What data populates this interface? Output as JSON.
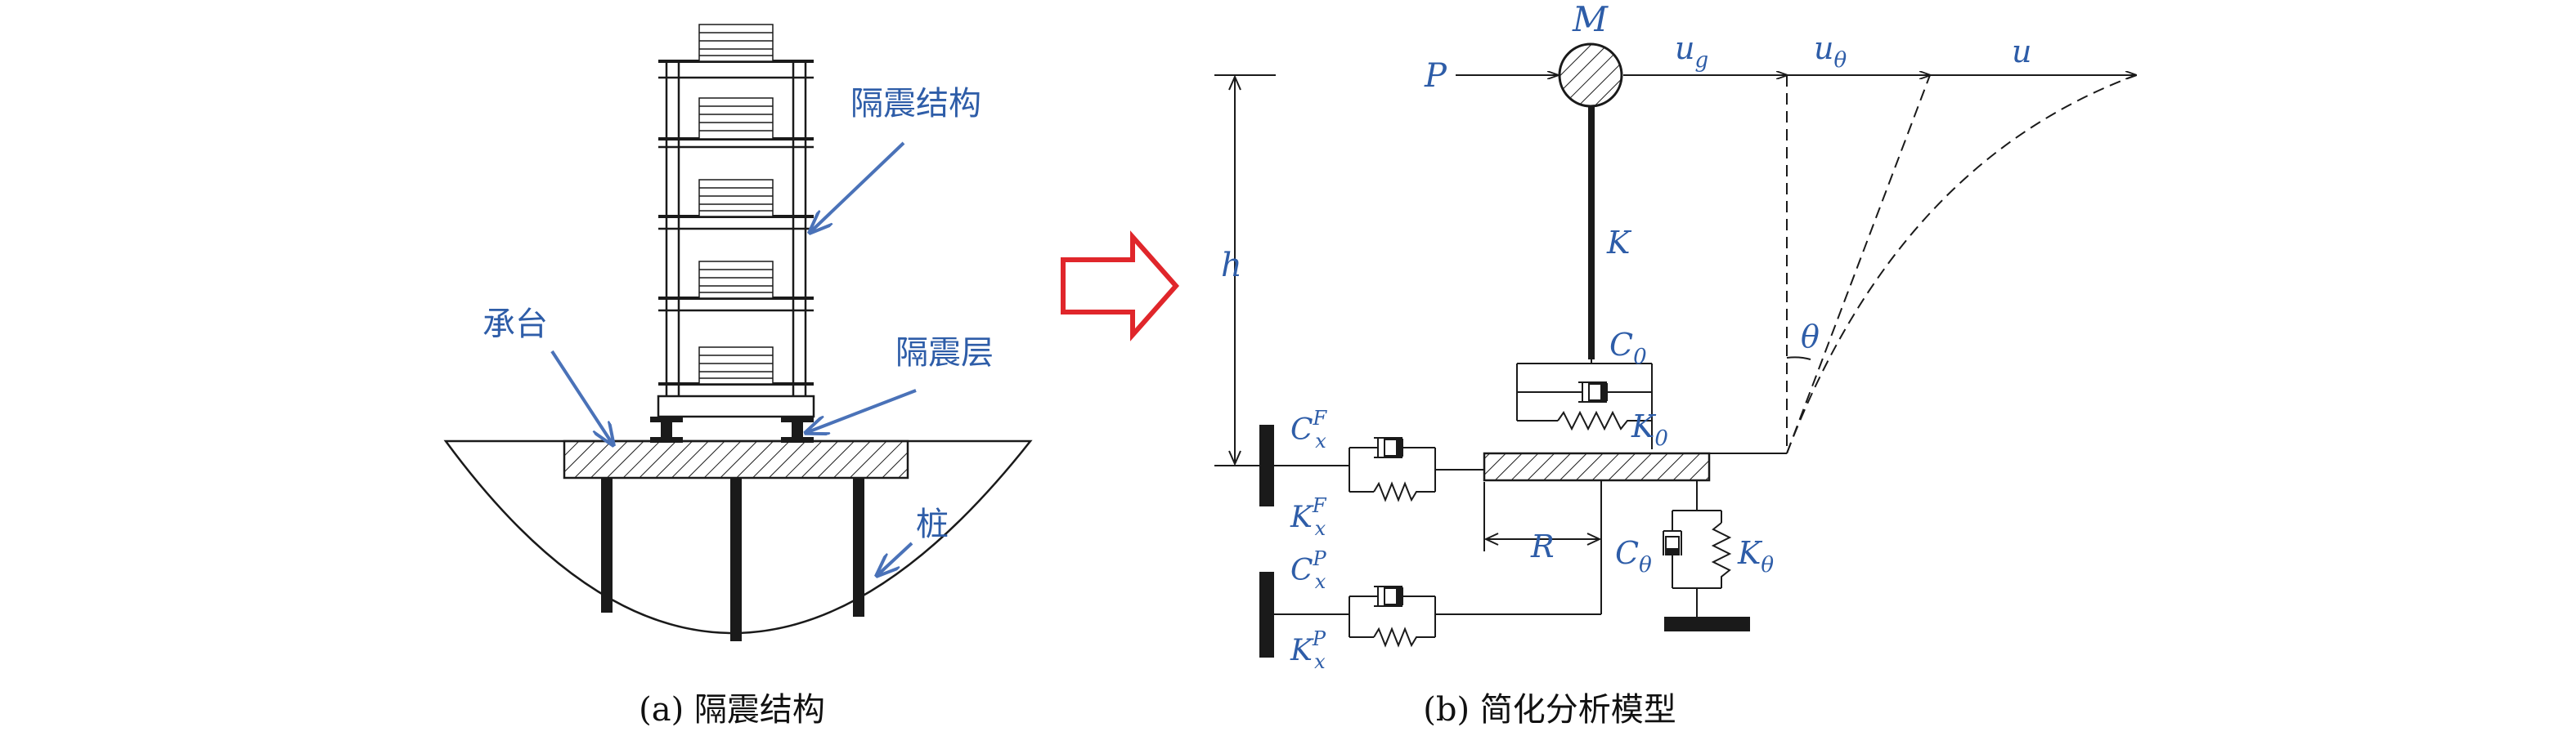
{
  "colors": {
    "label_blue": "#2e5da8",
    "arrow_blue": "#4a72b8",
    "arrow_red": "#e0262b",
    "line": "#1a1a1a"
  },
  "panel_a": {
    "caption": "(a) 隔震结构",
    "labels": {
      "superstructure": "隔震结构",
      "pile_cap": "承台",
      "isolation_layer": "隔震层",
      "pile": "桩"
    }
  },
  "panel_b": {
    "caption": "(b) 简化分析模型",
    "symbols": {
      "P": "P",
      "M": "M",
      "ug_main": "u",
      "ug_sub": "g",
      "utheta_main": "u",
      "utheta_sub": "θ",
      "u": "u",
      "K": "K",
      "h": "h",
      "C0_main": "C",
      "C0_sub": "0",
      "K0_main": "K",
      "K0_sub": "0",
      "theta": "θ",
      "R": "R",
      "Ctheta_main": "C",
      "Ctheta_sub": "θ",
      "Ktheta_main": "K",
      "Ktheta_sub": "θ",
      "CxF_main": "C",
      "CxF_sub": "x",
      "CxF_sup": "F",
      "KxF_main": "K",
      "KxF_sub": "x",
      "KxF_sup": "F",
      "CxP_main": "C",
      "CxP_sub": "x",
      "CxP_sup": "P",
      "KxP_main": "K",
      "KxP_sub": "x",
      "KxP_sup": "P"
    }
  },
  "transition_arrow": "hollow-right-arrow"
}
